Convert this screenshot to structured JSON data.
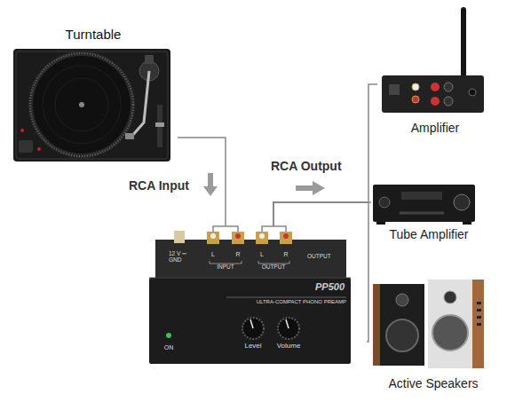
{
  "diagram": {
    "nodes": [
      {
        "text": [
          "Turntable"
        ]
      },
      {
        "text": [
          "12 V ═ GND",
          "L",
          "R",
          "INPUT",
          "L",
          "R",
          "OUTPUT",
          "OUTPUT",
          "PP500",
          "ULTRA-COMPACT PHONO PREAMP",
          "ON",
          "Level",
          "Volume"
        ]
      },
      {
        "text": [
          "Amplifier"
        ]
      },
      {
        "text": [
          "Tube Amplifier"
        ]
      },
      {
        "text": [
          "Active Speakers"
        ]
      }
    ],
    "edges": [
      {
        "from": 0,
        "to": 1,
        "arrow": "none",
        "label": "RCA Input"
      },
      {
        "from": 1,
        "to": 2,
        "arrow": "none",
        "label": "RCA Output"
      },
      {
        "from": 1,
        "to": 3,
        "arrow": "none"
      },
      {
        "from": 1,
        "to": 4,
        "arrow": "none"
      }
    ]
  }
}
